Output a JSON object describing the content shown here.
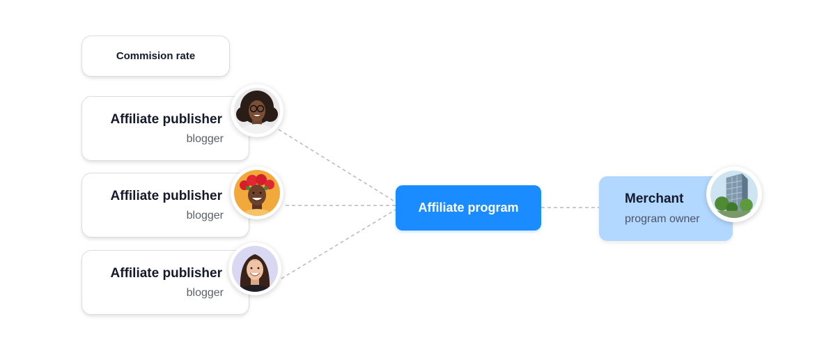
{
  "rate_card": {
    "label": "Commision rate"
  },
  "publishers": [
    {
      "title": "Affiliate publisher",
      "subtitle": "blogger"
    },
    {
      "title": "Affiliate publisher",
      "subtitle": "blogger"
    },
    {
      "title": "Affiliate publisher",
      "subtitle": "blogger"
    }
  ],
  "program": {
    "label": "Affiliate program",
    "color": "#1a8cff"
  },
  "merchant": {
    "title": "Merchant",
    "subtitle": "program owner",
    "color": "#b3d8ff"
  },
  "connector_color": "#b8b8bc"
}
